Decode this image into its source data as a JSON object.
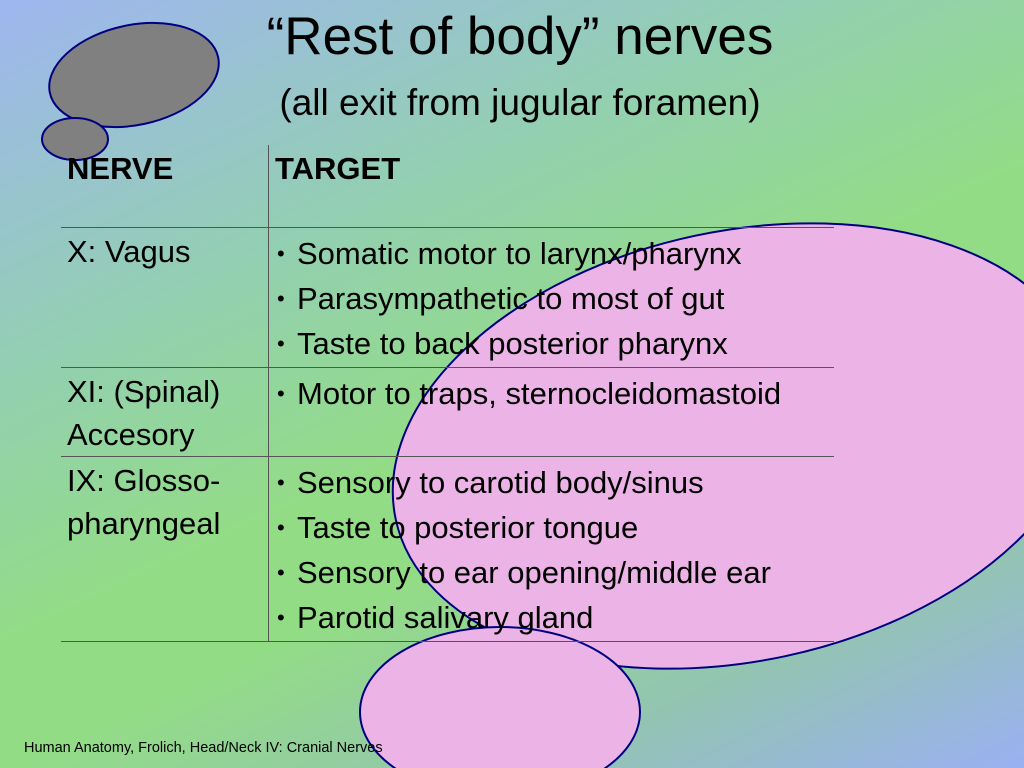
{
  "slide": {
    "title": "“Rest of body” nerves",
    "subtitle": "(all exit from jugular foramen)",
    "table": {
      "headers": [
        "NERVE",
        "TARGET"
      ],
      "rows": [
        {
          "nerve": "X:  Vagus",
          "targets": [
            "Somatic motor to larynx/pharynx",
            "Parasympathetic to most of gut",
            "Taste to back posterior pharynx"
          ]
        },
        {
          "nerve": "XI:  (Spinal) Accesory",
          "targets": [
            "Motor to traps, sternocleidomastoid"
          ]
        },
        {
          "nerve": "IX:  Glosso-pharyngeal",
          "targets": [
            "Sensory to carotid body/sinus",
            "Taste to posterior tongue",
            "Sensory to ear opening/middle ear",
            "Parotid salivary gland"
          ]
        }
      ]
    },
    "bullet_glyph": "•",
    "footer": "Human Anatomy, Frolich, Head/Neck IV:  Cranial Nerves"
  },
  "colors": {
    "gray_bubble": "#808080",
    "pink_bubble": "#ecb4e6",
    "bubble_outline": "#000080"
  }
}
